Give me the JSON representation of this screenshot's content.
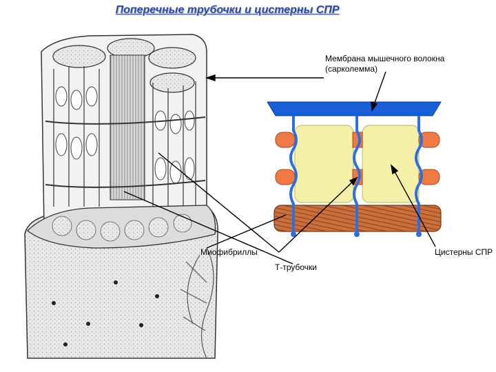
{
  "title": "Поперечные трубочки и цистерны СПР",
  "labels": {
    "membrane_line1": "Мембрана мышечного волокна",
    "membrane_line2": "(сарколемма)",
    "myofibrils": "Миофибриллы",
    "sr_cisterns": "Цистерны СПР",
    "t_tubules": "Т-трубочки"
  },
  "colors": {
    "title": "#2f4aa0",
    "membrane": "#1a5ed8",
    "t_tubule": "#2e6fe0",
    "cistern": "#f4f0a8",
    "tubule_orange": "#ef7a45",
    "myofibril_brown": "#c2683a"
  }
}
